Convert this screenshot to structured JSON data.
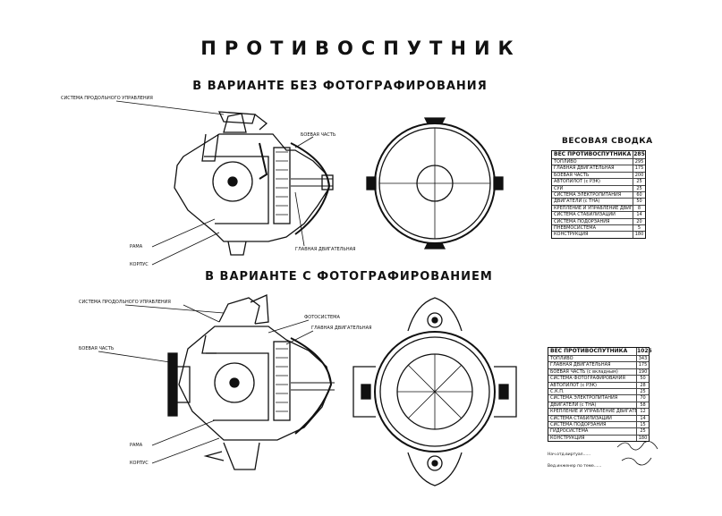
{
  "title": "ПРОТИВОСПУТНИК",
  "sections": {
    "without_photo": "В ВАРИАНТЕ БЕЗ ФОТОГРАФИРОВАНИЯ",
    "with_photo": "В ВАРИАНТЕ С ФОТОГРАФИРОВАНИЕМ"
  },
  "labels_top": {
    "orientation_system": "СИСТЕМА ПРОДОЛЬНОГО УПРАВЛЕНИЯ",
    "warhead": "БОЕВАЯ ЧАСТЬ",
    "frame": "РАМА",
    "body": "КОРПУС",
    "main_engine": "ГЛАВНАЯ ДВИГАТЕЛЬНАЯ"
  },
  "labels_bottom": {
    "orientation_system": "СИСТЕМА ПРОДОЛЬНОГО УПРАВЛЕНИЯ",
    "camera": "ФОТОСИСТЕМА",
    "main_engine": "ГЛАВНАЯ ДВИГАТЕЛЬНАЯ",
    "warhead": "БОЕВАЯ ЧАСТЬ",
    "frame": "РАМА",
    "body": "КОРПУС"
  },
  "weight_summary": {
    "title": "ВЕСОВАЯ СВОДКА",
    "header": "ВЕС ПРОТИВОСПУТНИКА",
    "header_value": "285",
    "rows": [
      {
        "name": "ТОПЛИВО",
        "value": "295"
      },
      {
        "name": "ГЛАВНАЯ ДВИГАТЕЛЬНАЯ",
        "value": "175"
      },
      {
        "name": "БОЕВАЯ ЧАСТЬ",
        "value": "200"
      },
      {
        "name": "АВТОПИЛОТ (с РЭК)",
        "value": "25"
      },
      {
        "name": "СУИ",
        "value": "25"
      },
      {
        "name": "СИСТЕМА ЭЛЕКТРОПИТАНИЯ",
        "value": "60"
      },
      {
        "name": "ДВИГАТЕЛИ (с ТНА)",
        "value": "50"
      },
      {
        "name": "КРЕПЛЕНИЕ И УПРАВЛЕНИЕ ДВИГАТЕЛЕЙ",
        "value": "8"
      },
      {
        "name": "СИСТЕМА СТАБИЛИЗАЦИИ",
        "value": "14"
      },
      {
        "name": "СИСТЕМА ПОДОРЗАНИЯ",
        "value": "20"
      },
      {
        "name": "ПНЕВМОСИСТЕМА",
        "value": "5"
      },
      {
        "name": "КОНСТРУКЦИЯ",
        "value": "180"
      }
    ]
  },
  "weight_summary_photo": {
    "header": "ВЕС ПРОТИВОСПУТНИКА",
    "header_value": "1025",
    "rows": [
      {
        "name": "ТОПЛИВО",
        "value": "343"
      },
      {
        "name": "ГЛАВНАЯ ДВИГАТЕЛЬНАЯ",
        "value": "175"
      },
      {
        "name": "БОЕВАЯ ЧАСТЬ (с вкладным)",
        "value": "190"
      },
      {
        "name": "СИСТЕМА ФОТОГРАФИРОВАНИЯ",
        "value": "50"
      },
      {
        "name": "АВТОПИЛОТ (с РЭК)",
        "value": "28"
      },
      {
        "name": "С.К.П.",
        "value": "25"
      },
      {
        "name": "СИСТЕМА ЭЛЕКТРОПИТАНИЯ",
        "value": "70"
      },
      {
        "name": "ДВИГАТЕЛИ (с ТНА)",
        "value": "58"
      },
      {
        "name": "КРЕПЛЕНИЕ И УПРАВЛЕНИЕ ДВИГАТЕЛЕЙ",
        "value": "12"
      },
      {
        "name": "СИСТЕМА СТАБИЛИЗАЦИИ",
        "value": "14"
      },
      {
        "name": "СИСТЕМА ПОДОРЗАНИЯ",
        "value": "15"
      },
      {
        "name": "ГИДРОСИСТЕМА",
        "value": "25"
      },
      {
        "name": "КОНСТРУКЦИЯ",
        "value": "180"
      }
    ]
  },
  "signatures": {
    "line1": "Нач.отд.виртуал......",
    "line2": "Вед.инженер по теме......"
  },
  "colors": {
    "ink": "#111111",
    "paper": "#ffffff"
  }
}
